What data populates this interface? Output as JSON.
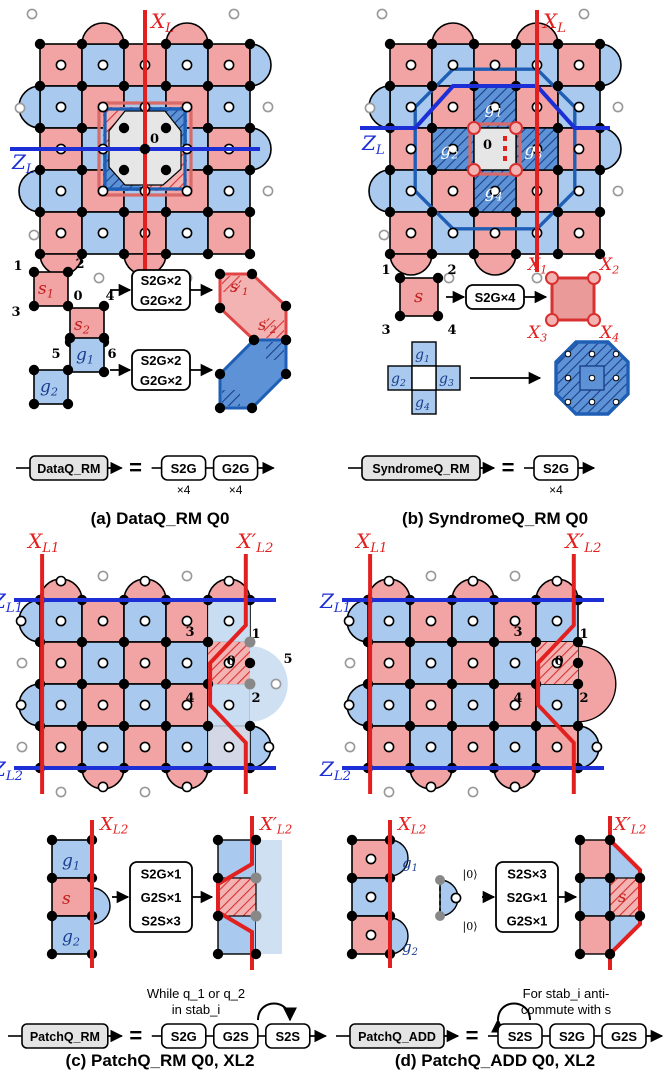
{
  "colors": {
    "red_tile": "#f2a3a3",
    "blue_tile": "#a9c9ee",
    "red_line": "#e32020",
    "blue_line": "#1c2fd6",
    "dark_blue": "#1e5fb5",
    "grey_region": "#e6e6e6",
    "light_blue_region": "#cfe0f2"
  },
  "a": {
    "caption": "(a) DataQ_RM Q0",
    "xl": "X_L",
    "zl": "Z_L",
    "zero": "0",
    "red_stabs": [
      "s_1",
      "s_2"
    ],
    "red_primed": [
      "s'_1",
      "s'_2"
    ],
    "corner_nums": [
      "1",
      "2",
      "3",
      "0",
      "4",
      "5",
      "6"
    ],
    "blue_stabs": [
      "g_1",
      "g_2"
    ],
    "op_box_lines": [
      "S2G×2",
      "G2G×2"
    ],
    "eq_left": "DataQ_RM",
    "eq_ops": [
      "S2G",
      "G2G"
    ],
    "eq_mults": [
      "×4",
      "×4"
    ]
  },
  "b": {
    "caption": "(b) SyndromeQ_RM Q0",
    "xl": "X_L",
    "zl": "Z_L",
    "zero": "0",
    "blue_stabs": [
      "g_1",
      "g_2",
      "g_3",
      "g_4"
    ],
    "s": "s",
    "corner_nums": [
      "1",
      "2",
      "3",
      "4"
    ],
    "op_box": "S2G×4",
    "x_labels": [
      "X_1",
      "X_2",
      "X_3",
      "X_4"
    ],
    "eq_left": "SyndromeQ_RM",
    "eq_op": "S2G",
    "eq_mult": "×4"
  },
  "c": {
    "caption": "(c) PatchQ_RM Q0, XL2",
    "xl1": "X_L1",
    "xl2p": "X'_L2",
    "zl1": "Z_L1",
    "zl2": "Z_L2",
    "nums": [
      "1",
      "2",
      "3",
      "4",
      "5",
      "0"
    ],
    "inset_xl2": "X_L2",
    "inset_xl2p": "X'_L2",
    "stabs": [
      "g_1",
      "s",
      "g_2"
    ],
    "op_box_lines": [
      "S2G×1",
      "G2S×1",
      "S2S×3"
    ],
    "note_lines": [
      "While q_1 or q_2",
      "in stab_i"
    ],
    "eq_left": "PatchQ_RM",
    "eq_ops": [
      "S2G",
      "G2S",
      "S2S"
    ]
  },
  "d": {
    "caption": "(d) PatchQ_ADD Q0, XL2",
    "xl1": "X_L1",
    "xl2p": "X'_L2",
    "zl1": "Z_L1",
    "zl2": "Z_L2",
    "nums": [
      "1",
      "2",
      "3",
      "4",
      "0"
    ],
    "inset_xl2": "X_L2",
    "inset_xl2p": "X'_L2",
    "stabs": [
      "g_1",
      "g_2",
      "s"
    ],
    "kets": [
      "|0⟩",
      "|0⟩"
    ],
    "op_box_lines": [
      "S2S×3",
      "S2G×1",
      "G2S×1"
    ],
    "note_lines": [
      "For stab_i anti-",
      "commute with s"
    ],
    "eq_left": "PatchQ_ADD",
    "eq_ops": [
      "S2S",
      "S2G",
      "G2S"
    ]
  }
}
